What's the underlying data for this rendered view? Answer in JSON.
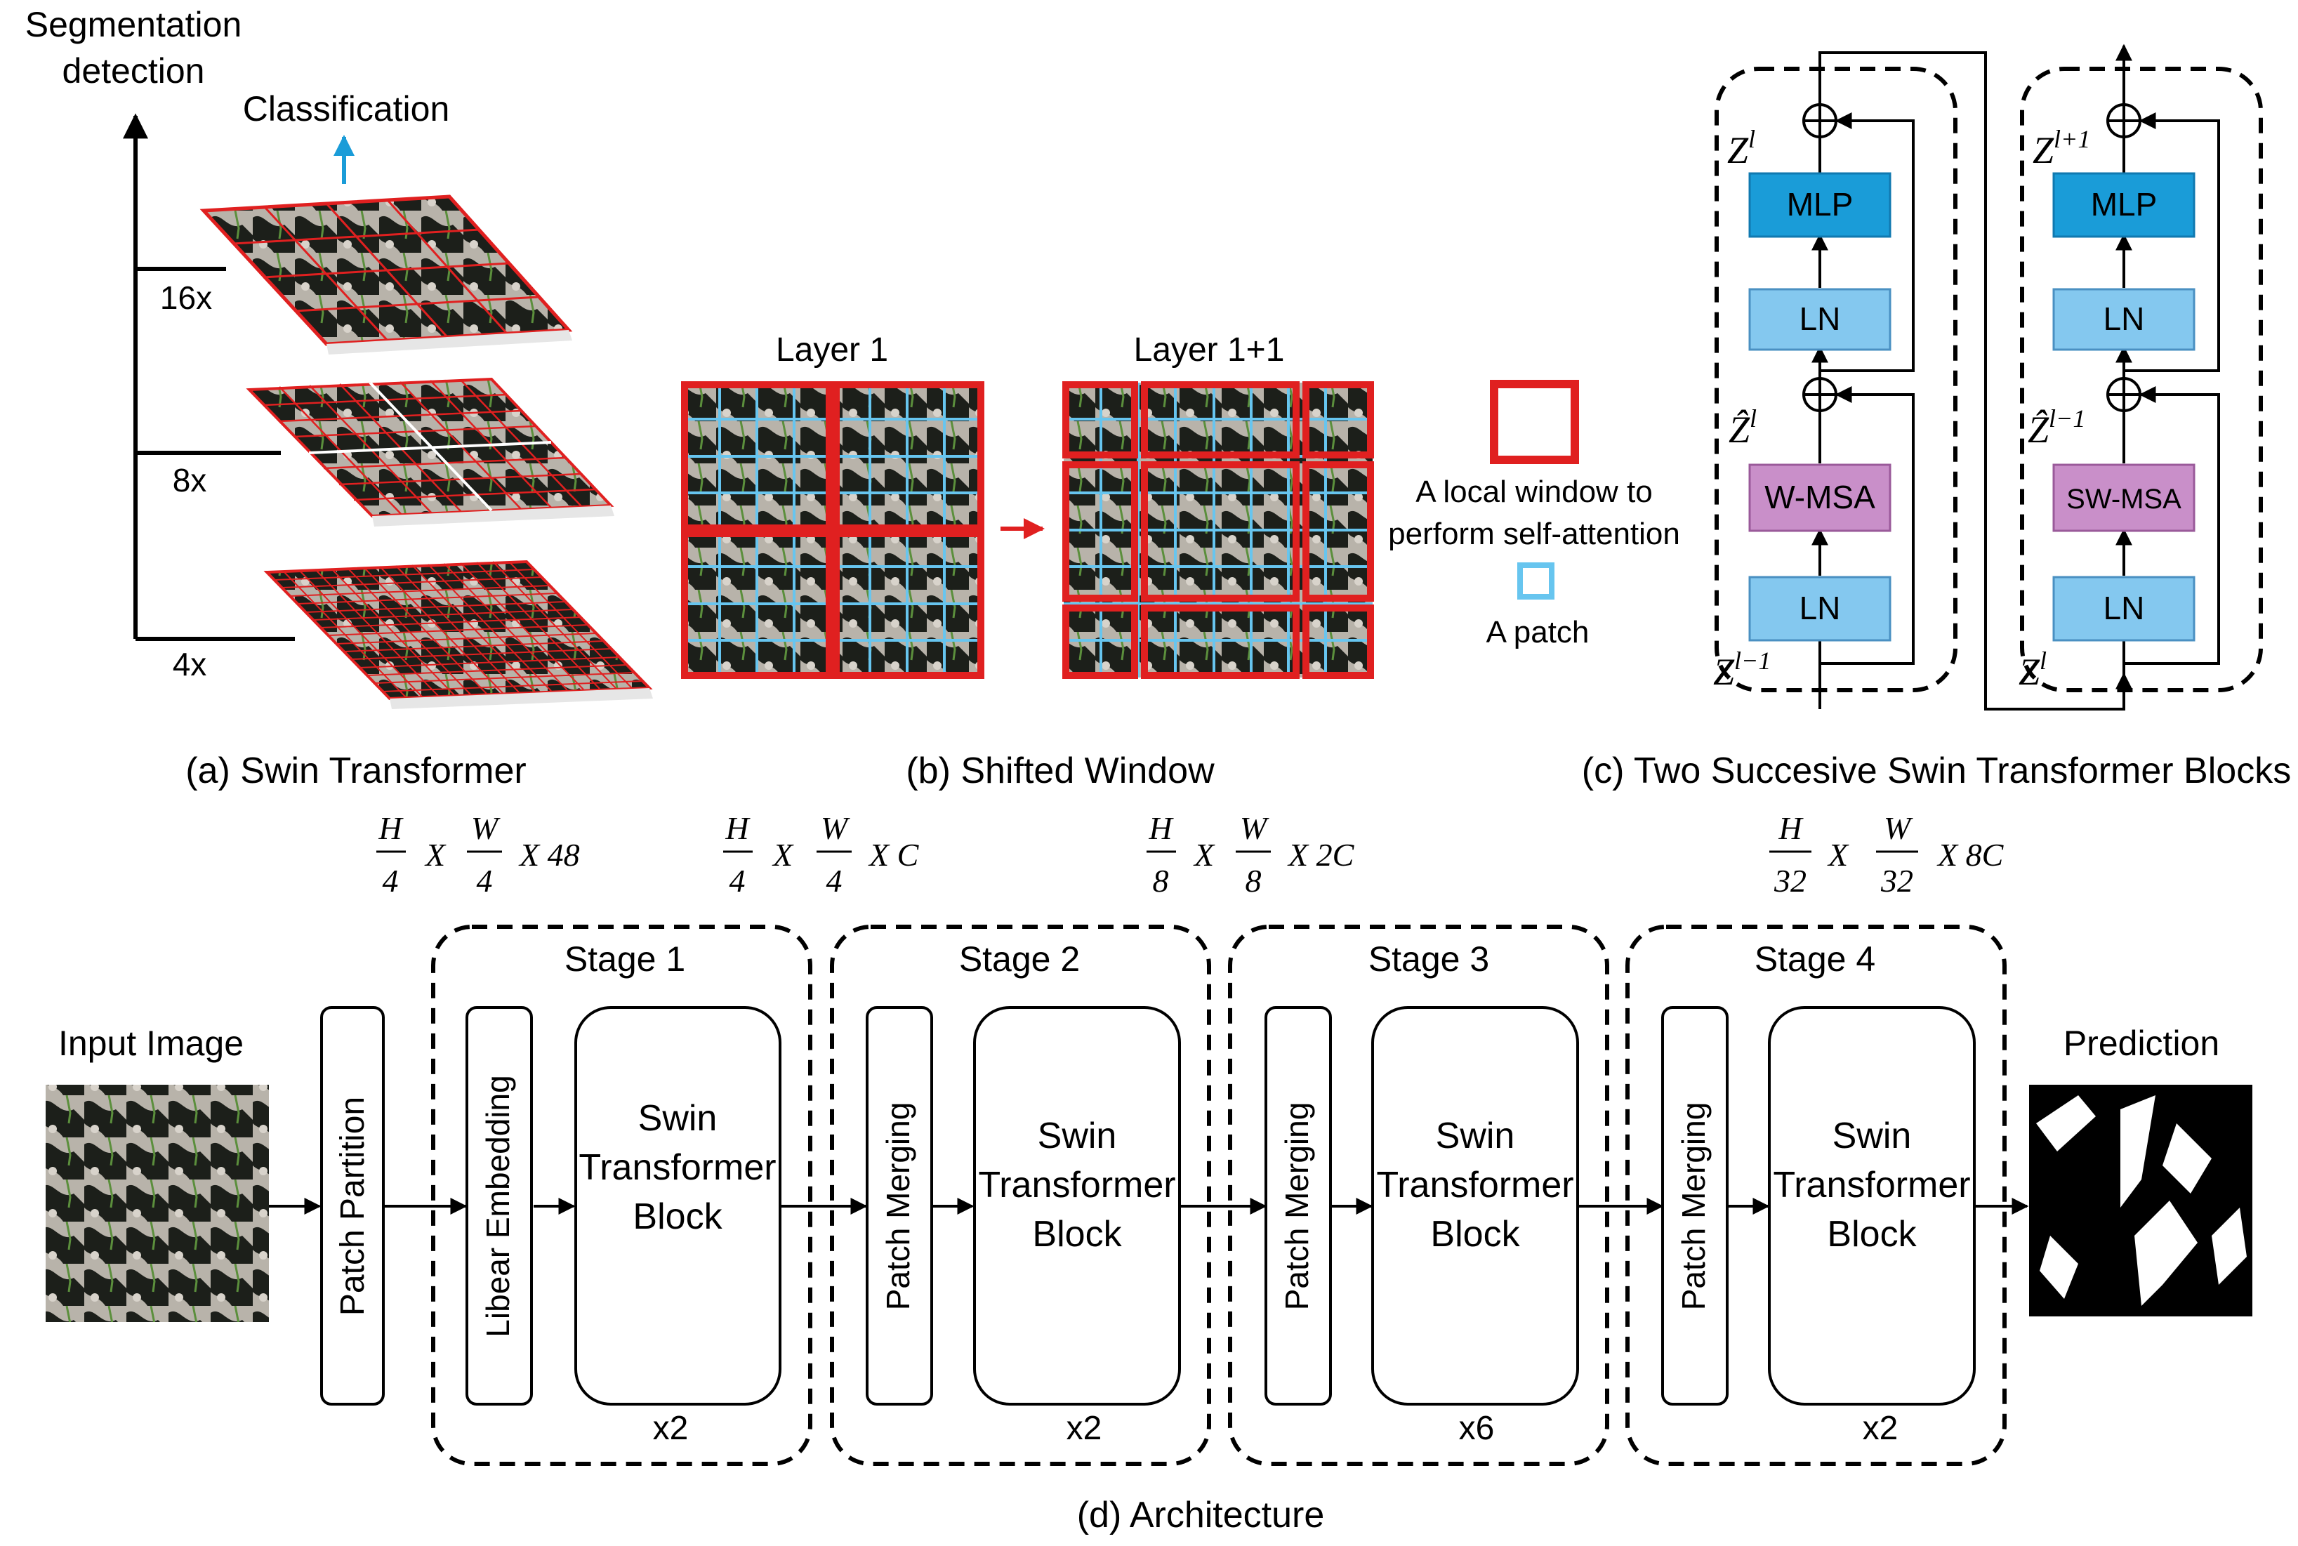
{
  "panel_a": {
    "caption": "(a) Swin Transformer",
    "top_label_line1": "Segmentation",
    "top_label_line2": "detection",
    "classification": "Classification",
    "scale_16": "16x",
    "scale_8": "8x",
    "scale_4": "4x"
  },
  "panel_b": {
    "caption": "(b) Shifted Window",
    "layer_1": "Layer 1",
    "layer_2": "Layer 1+1",
    "legend_window_line1": "A local window to",
    "legend_window_line2": "perform self-attention",
    "legend_patch": "A patch"
  },
  "panel_c": {
    "caption": "(c) Two Succesive Swin Transformer Blocks",
    "block1": {
      "mlp": "MLP",
      "ln_top": "LN",
      "msa": "W-MSA",
      "ln_bottom": "LN",
      "z_out": "Z",
      "z_out_sup": "l",
      "z_hat": "Ẑ",
      "z_hat_sup": "l",
      "z_in": "Z",
      "z_in_sup": "l−1"
    },
    "block2": {
      "mlp": "MLP",
      "ln_top": "LN",
      "msa": "SW-MSA",
      "ln_bottom": "LN",
      "z_out": "Z",
      "z_out_sup": "l+1",
      "z_hat": "Ẑ",
      "z_hat_sup": "l−1",
      "z_in": "Z",
      "z_in_sup": "l"
    },
    "colors": {
      "mlp": "#1a9cd8",
      "ln": "#84c8ef",
      "msa": "#c98fc9"
    }
  },
  "panel_d": {
    "caption": "(d) Architecture",
    "input_label": "Input Image",
    "prediction_label": "Prediction",
    "patch_partition": "Patch Partition",
    "stages": [
      {
        "title": "Stage 1",
        "first_block": "Libear Embedding",
        "swin": [
          "Swin",
          "Transformer",
          "Block"
        ],
        "repeat": "x2",
        "dims": {
          "h": "H",
          "hd": "4",
          "w": "W",
          "wd": "4",
          "c": "X 48"
        }
      },
      {
        "title": "Stage 2",
        "first_block": "Patch Merging",
        "swin": [
          "Swin",
          "Transformer",
          "Block"
        ],
        "repeat": "x2",
        "dims": {
          "h": "H",
          "hd": "4",
          "w": "W",
          "wd": "4",
          "c": "X C"
        }
      },
      {
        "title": "Stage 3",
        "first_block": "Patch Merging",
        "swin": [
          "Swin",
          "Transformer",
          "Block"
        ],
        "repeat": "x6",
        "dims": {
          "h": "H",
          "hd": "8",
          "w": "W",
          "wd": "8",
          "c": "X 2C"
        }
      },
      {
        "title": "Stage 4",
        "first_block": "Patch Merging",
        "swin": [
          "Swin",
          "Transformer",
          "Block"
        ],
        "repeat": "x2",
        "dims": {
          "h": "H",
          "hd": "32",
          "w": "W",
          "wd": "32",
          "c": "X 8C"
        }
      }
    ],
    "times": "X"
  }
}
